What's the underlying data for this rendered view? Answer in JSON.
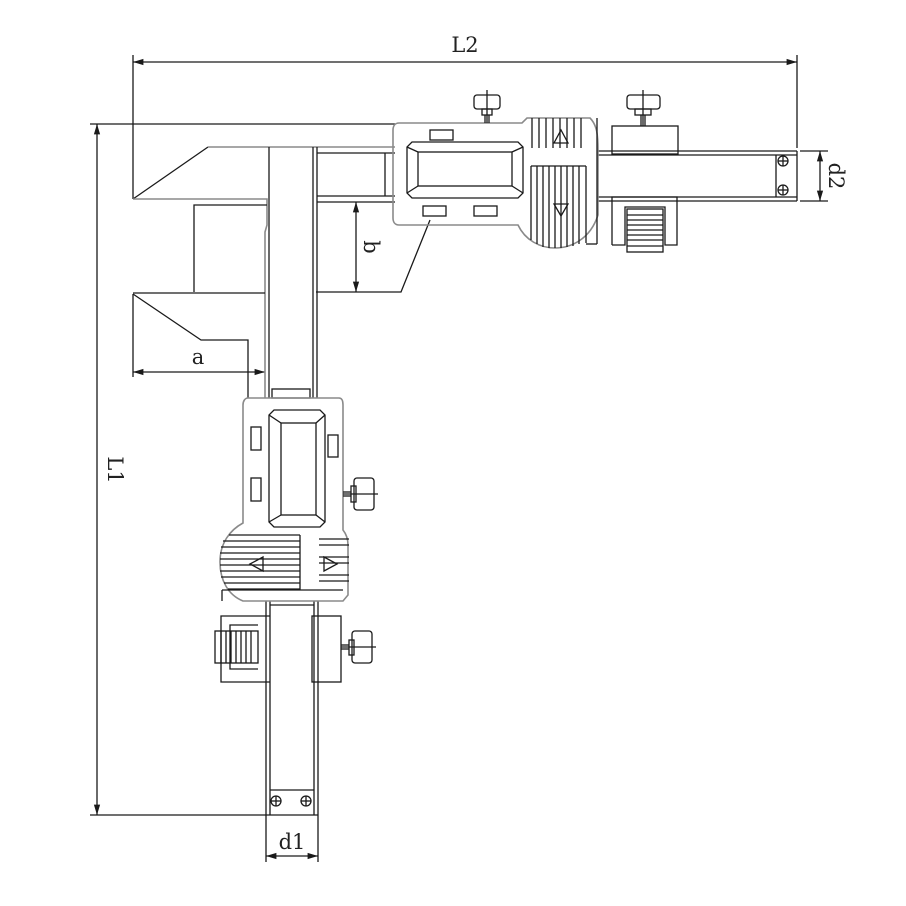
{
  "dimensions": {
    "L2": "L2",
    "L1": "L1",
    "d1": "d1",
    "d2": "d2",
    "a": "a",
    "b": "b"
  }
}
